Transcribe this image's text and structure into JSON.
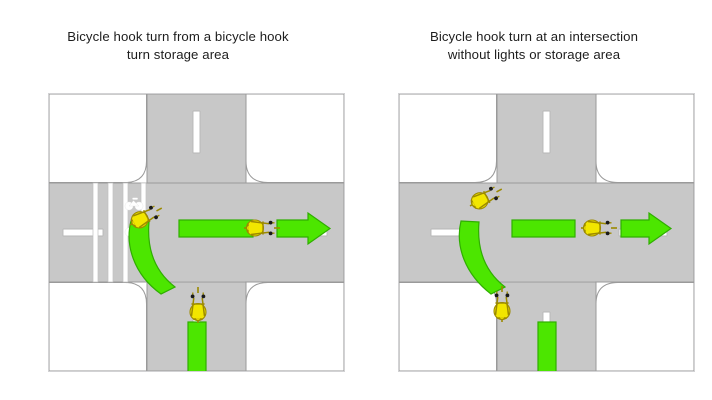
{
  "figure": {
    "panels": [
      {
        "id": "storage-area",
        "title": "Bicycle hook turn from a bicycle hook\nturn storage area",
        "has_storage_area": true,
        "has_lane_lines": true,
        "has_bicycle_pictogram": true,
        "elements": {
          "bicycles": [
            {
              "name": "bicycle-southern-approach",
              "heading": "north",
              "position": "south leg, below intersection"
            },
            {
              "name": "bicycle-in-storage-area",
              "heading": "east-tilted",
              "position": "hook turn storage area, west side of intersection"
            },
            {
              "name": "bicycle-eastern-exit",
              "heading": "east",
              "position": "east leg of intersection"
            }
          ],
          "paths": [
            {
              "name": "green-bar-southern-approach",
              "shape": "straight vertical bar",
              "meaning": "approach travel south leg"
            },
            {
              "name": "green-curved-path",
              "shape": "curve turning left then up",
              "meaning": "ride to storage area"
            },
            {
              "name": "green-bar-crossing",
              "shape": "straight horizontal bar",
              "meaning": "cross intersection eastwards"
            },
            {
              "name": "green-arrow-exit",
              "shape": "arrow pointing right",
              "meaning": "continue east"
            }
          ]
        }
      },
      {
        "id": "no-lights-no-storage",
        "title": "Bicycle hook turn at an intersection\nwithout lights or storage area",
        "has_storage_area": false,
        "has_lane_lines": false,
        "has_bicycle_pictogram": false,
        "elements": {
          "bicycles": [
            {
              "name": "bicycle-southern-approach",
              "heading": "north",
              "position": "south leg, below intersection"
            },
            {
              "name": "bicycle-waiting",
              "heading": "east-tilted",
              "position": "north-west quadrant of intersection"
            },
            {
              "name": "bicycle-eastern-exit",
              "heading": "east",
              "position": "east leg of intersection"
            }
          ],
          "paths": [
            {
              "name": "green-bar-southern-approach",
              "shape": "straight vertical bar",
              "meaning": "approach travel south leg"
            },
            {
              "name": "green-curved-path",
              "shape": "curve turning left then up",
              "meaning": "ride to waiting position"
            },
            {
              "name": "green-bar-crossing",
              "shape": "straight horizontal bar",
              "meaning": "cross intersection eastwards"
            },
            {
              "name": "green-arrow-exit",
              "shape": "arrow pointing right",
              "meaning": "continue east"
            }
          ]
        }
      }
    ],
    "colors": {
      "background": "#ffffff",
      "road": "#c8c8c8",
      "road_edge": "#9a9a9a",
      "lane_marking": "#ffffff",
      "path_green": "#4ce600",
      "path_green_edge": "#2fae00",
      "bicycle_yellow": "#f2e600",
      "bicycle_outline": "#9c8a00",
      "frame_border": "#d2d2d4",
      "title_text": "#1d1d1d"
    }
  }
}
